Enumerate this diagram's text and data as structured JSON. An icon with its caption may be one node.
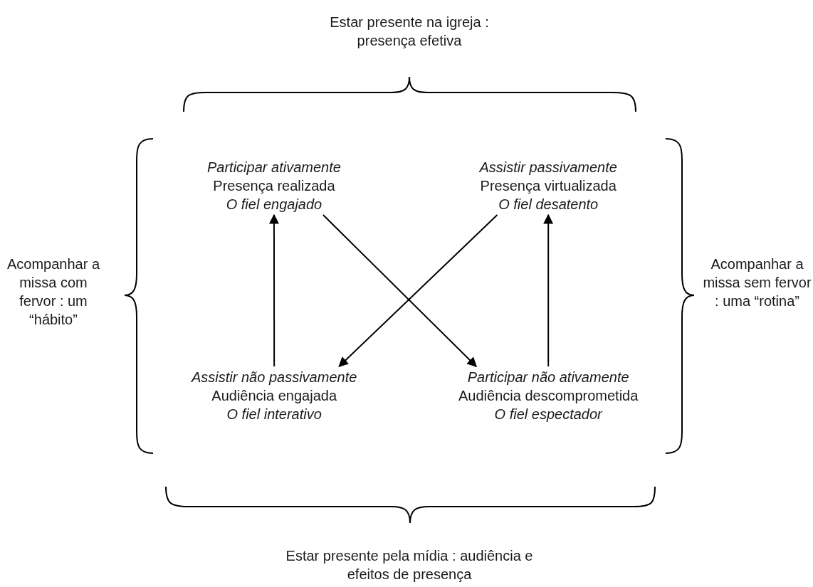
{
  "diagram": {
    "nodes": [
      {
        "text": [
          "Participar ativamente",
          "Presença realizada",
          "O fiel engajado"
        ]
      },
      {
        "text": [
          "Assistir passivamente",
          "Presença virtualizada",
          "O fiel desatento"
        ]
      },
      {
        "text": [
          "Assistir não passivamente",
          "Audiência engajada",
          "O fiel interativo"
        ]
      },
      {
        "text": [
          "Participar não ativamente",
          "Audiência descomprometida",
          "O fiel espectador"
        ]
      }
    ],
    "edges": [
      {
        "from": 2,
        "to": 0,
        "arrow": "to"
      },
      {
        "from": 1,
        "to": 2,
        "arrow": "to"
      },
      {
        "from": 0,
        "to": 3,
        "arrow": "to"
      },
      {
        "from": 3,
        "to": 1,
        "arrow": "to"
      }
    ],
    "labels": [
      "Estar presente na igreja : presença efetiva",
      "Acompanhar a missa com fervor : um “hábito”",
      "Acompanhar a missa sem fervor : uma “rotina”",
      "Estar presente pela mídia : audiência e efeitos de presença"
    ]
  }
}
